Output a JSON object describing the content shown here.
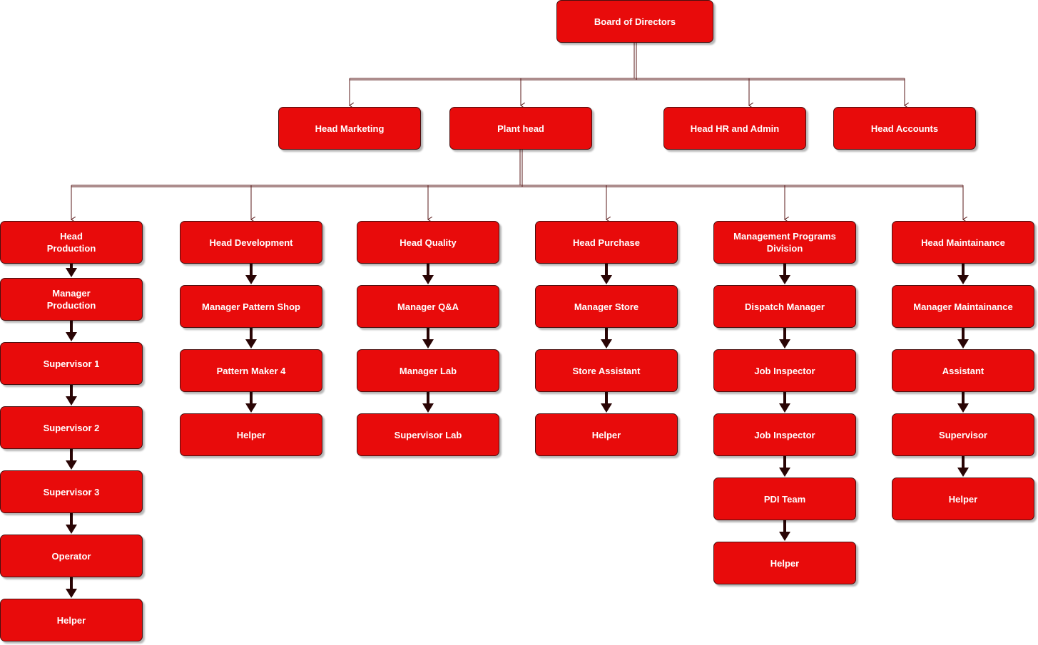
{
  "colors": {
    "node_fill": "#e80b0b",
    "node_border": "#4a1010",
    "node_text": "#ffffff",
    "thin_connector": "#5a1a1a",
    "thick_connector": "#2a0505"
  },
  "org_chart": {
    "root": {
      "label": "Board of Directors"
    },
    "heads": {
      "marketing": "Head Marketing",
      "plant": "Plant head",
      "hr": "Head HR and Admin",
      "accounts": "Head Accounts"
    },
    "divisions": [
      {
        "key": "production",
        "chain": [
          "Head\nProduction",
          "Manager\nProduction",
          "Supervisor 1",
          "Supervisor 2",
          "Supervisor 3",
          "Operator",
          "Helper"
        ]
      },
      {
        "key": "development",
        "chain": [
          "Head Development",
          "Manager Pattern Shop",
          "Pattern Maker 4",
          "Helper"
        ]
      },
      {
        "key": "quality",
        "chain": [
          "Head Quality",
          "Manager Q&A",
          "Manager Lab",
          "Supervisor Lab"
        ]
      },
      {
        "key": "purchase",
        "chain": [
          "Head Purchase",
          "Manager Store",
          "Store Assistant",
          "Helper"
        ]
      },
      {
        "key": "management-programs",
        "chain": [
          "Management Programs\nDivision",
          "Dispatch Manager",
          "Job Inspector",
          "Job Inspector",
          "PDI Team",
          "Helper"
        ]
      },
      {
        "key": "maintenance",
        "chain": [
          "Head Maintainance",
          "Manager Maintainance",
          "Assistant",
          "Supervisor",
          "Helper"
        ]
      }
    ]
  }
}
